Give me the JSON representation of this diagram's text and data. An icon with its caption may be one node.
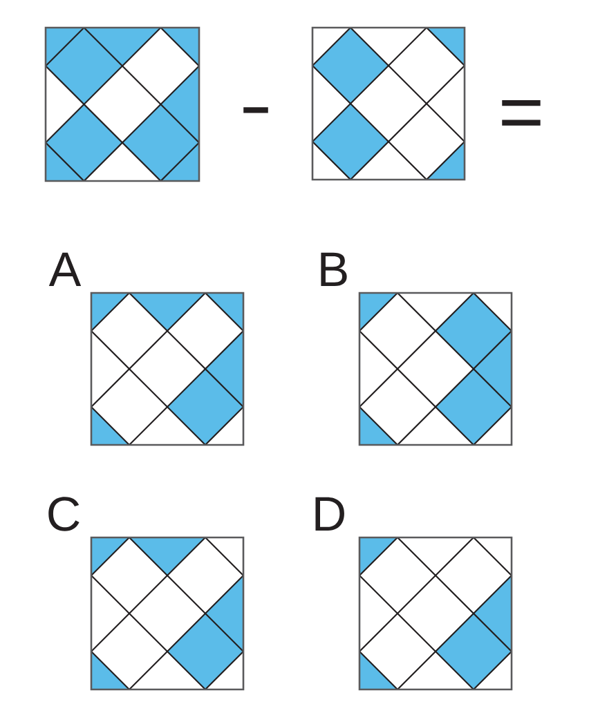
{
  "diagram": {
    "nodes": [
      {
        "text": [],
        "shape": "box"
      },
      {
        "text": [],
        "shape": "box"
      },
      {
        "text": [
          "A"
        ]
      },
      {
        "text": [
          "B"
        ]
      },
      {
        "text": [
          "C"
        ]
      },
      {
        "text": [
          "D"
        ]
      }
    ],
    "labels": [
      "-",
      "="
    ]
  }
}
